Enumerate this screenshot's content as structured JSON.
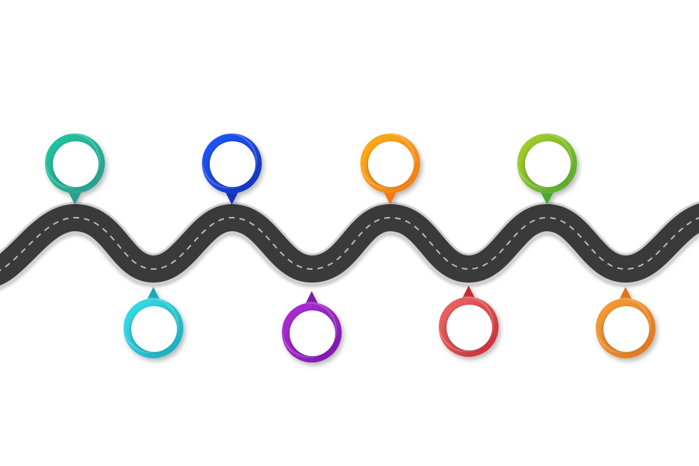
{
  "road": {
    "asphalt_color": "#3a3a3a",
    "edge_color": "#cfcfcf",
    "dash_color": "#bdbdbd"
  },
  "markers": [
    {
      "id": "marker-1",
      "side": "top",
      "color_a": "#1dc9a0",
      "color_b": "#2a9d8f"
    },
    {
      "id": "marker-2",
      "side": "bottom",
      "color_a": "#37e3ee",
      "color_b": "#1aa7b8"
    },
    {
      "id": "marker-3",
      "side": "top",
      "color_a": "#1f5bff",
      "color_b": "#1630b8"
    },
    {
      "id": "marker-4",
      "side": "bottom",
      "color_a": "#b12fd9",
      "color_b": "#7a1aa8"
    },
    {
      "id": "marker-5",
      "side": "top",
      "color_a": "#ffb21a",
      "color_b": "#f07a12"
    },
    {
      "id": "marker-6",
      "side": "bottom",
      "color_a": "#ee6d6a",
      "color_b": "#c72b32"
    },
    {
      "id": "marker-7",
      "side": "top",
      "color_a": "#b3d12a",
      "color_b": "#4ca92d"
    },
    {
      "id": "marker-8",
      "side": "bottom",
      "color_a": "#f7a03a",
      "color_b": "#e0731f"
    }
  ]
}
